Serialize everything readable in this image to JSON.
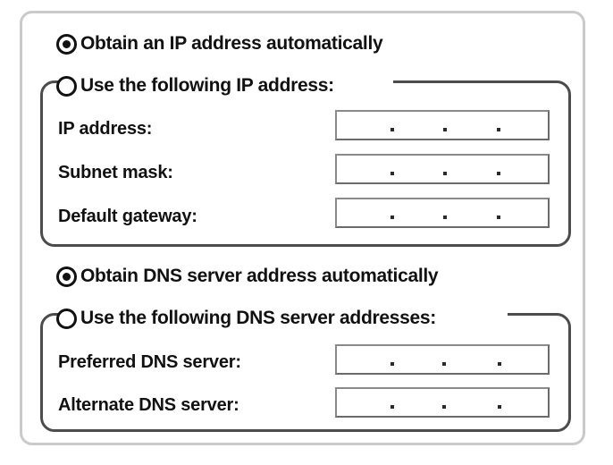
{
  "dialog": {
    "name": "tcp-ip-properties-settings",
    "accent_border_color": "#c9cacc",
    "group_border_color": "#4c4c4c",
    "text_color": "#111111",
    "field_border_color": "#6b6b6b"
  },
  "ip_section": {
    "auto_radio": {
      "label": "Obtain an IP address automatically",
      "checked": true
    },
    "manual_radio": {
      "label": "Use the following IP address:",
      "checked": false
    },
    "fields": [
      {
        "label": "IP address:",
        "value": "",
        "placeholder": ""
      },
      {
        "label": "Subnet mask:",
        "value": "",
        "placeholder": ""
      },
      {
        "label": "Default gateway:",
        "value": "",
        "placeholder": ""
      }
    ]
  },
  "dns_section": {
    "auto_radio": {
      "label": "Obtain DNS server address automatically",
      "checked": true
    },
    "manual_radio": {
      "label": "Use the following DNS server addresses:",
      "checked": false
    },
    "fields": [
      {
        "label": "Preferred DNS server:",
        "value": "",
        "placeholder": ""
      },
      {
        "label": "Alternate DNS server:",
        "value": "",
        "placeholder": ""
      }
    ]
  }
}
